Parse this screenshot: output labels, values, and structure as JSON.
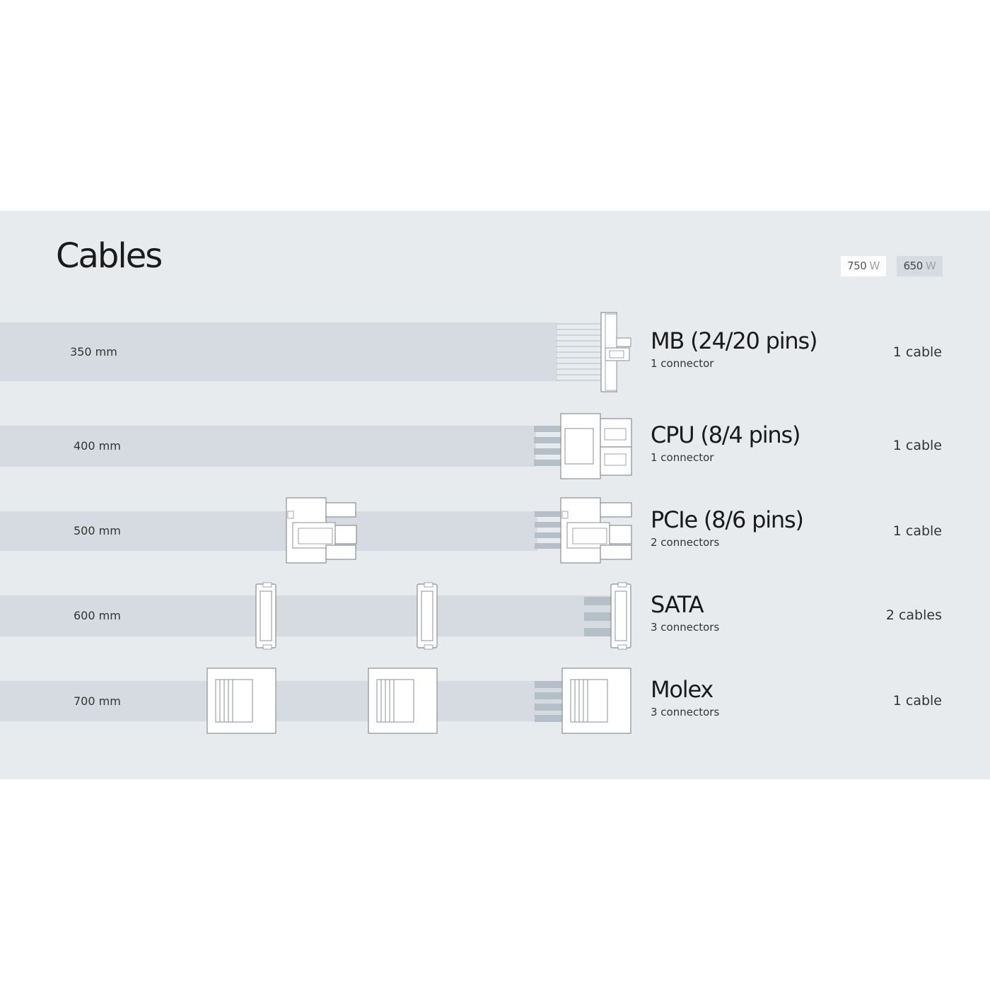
{
  "header": {
    "title": "Cables",
    "wattage_options": [
      {
        "value": "750",
        "unit": "W"
      },
      {
        "value": "650",
        "unit": "W"
      }
    ],
    "selected": "650"
  },
  "colors": {
    "panel_bg": "#e8ebee",
    "cable": "#d5dbe1",
    "wire": "#b4bfc7",
    "connector_fill": "#ffffff",
    "connector_stroke": "#8a9096"
  },
  "cables": [
    {
      "length": "350 mm",
      "name": "MB (24/20 pins)",
      "connectors": "1 connector",
      "count": "1 cable",
      "connector_icon": "mb-24pin-connector-icon"
    },
    {
      "length": "400 mm",
      "name": "CPU (8/4 pins)",
      "connectors": "1 connector",
      "count": "1 cable",
      "connector_icon": "cpu-8pin-connector-icon"
    },
    {
      "length": "500 mm",
      "name": "PCIe (8/6 pins)",
      "connectors": "2 connectors",
      "count": "1 cable",
      "connector_icon": "pcie-8pin-connector-icon"
    },
    {
      "length": "600 mm",
      "name": "SATA",
      "connectors": "3 connectors",
      "count": "2 cables",
      "connector_icon": "sata-connector-icon"
    },
    {
      "length": "700 mm",
      "name": "Molex",
      "connectors": "3 connectors",
      "count": "1 cable",
      "connector_icon": "molex-connector-icon"
    }
  ]
}
